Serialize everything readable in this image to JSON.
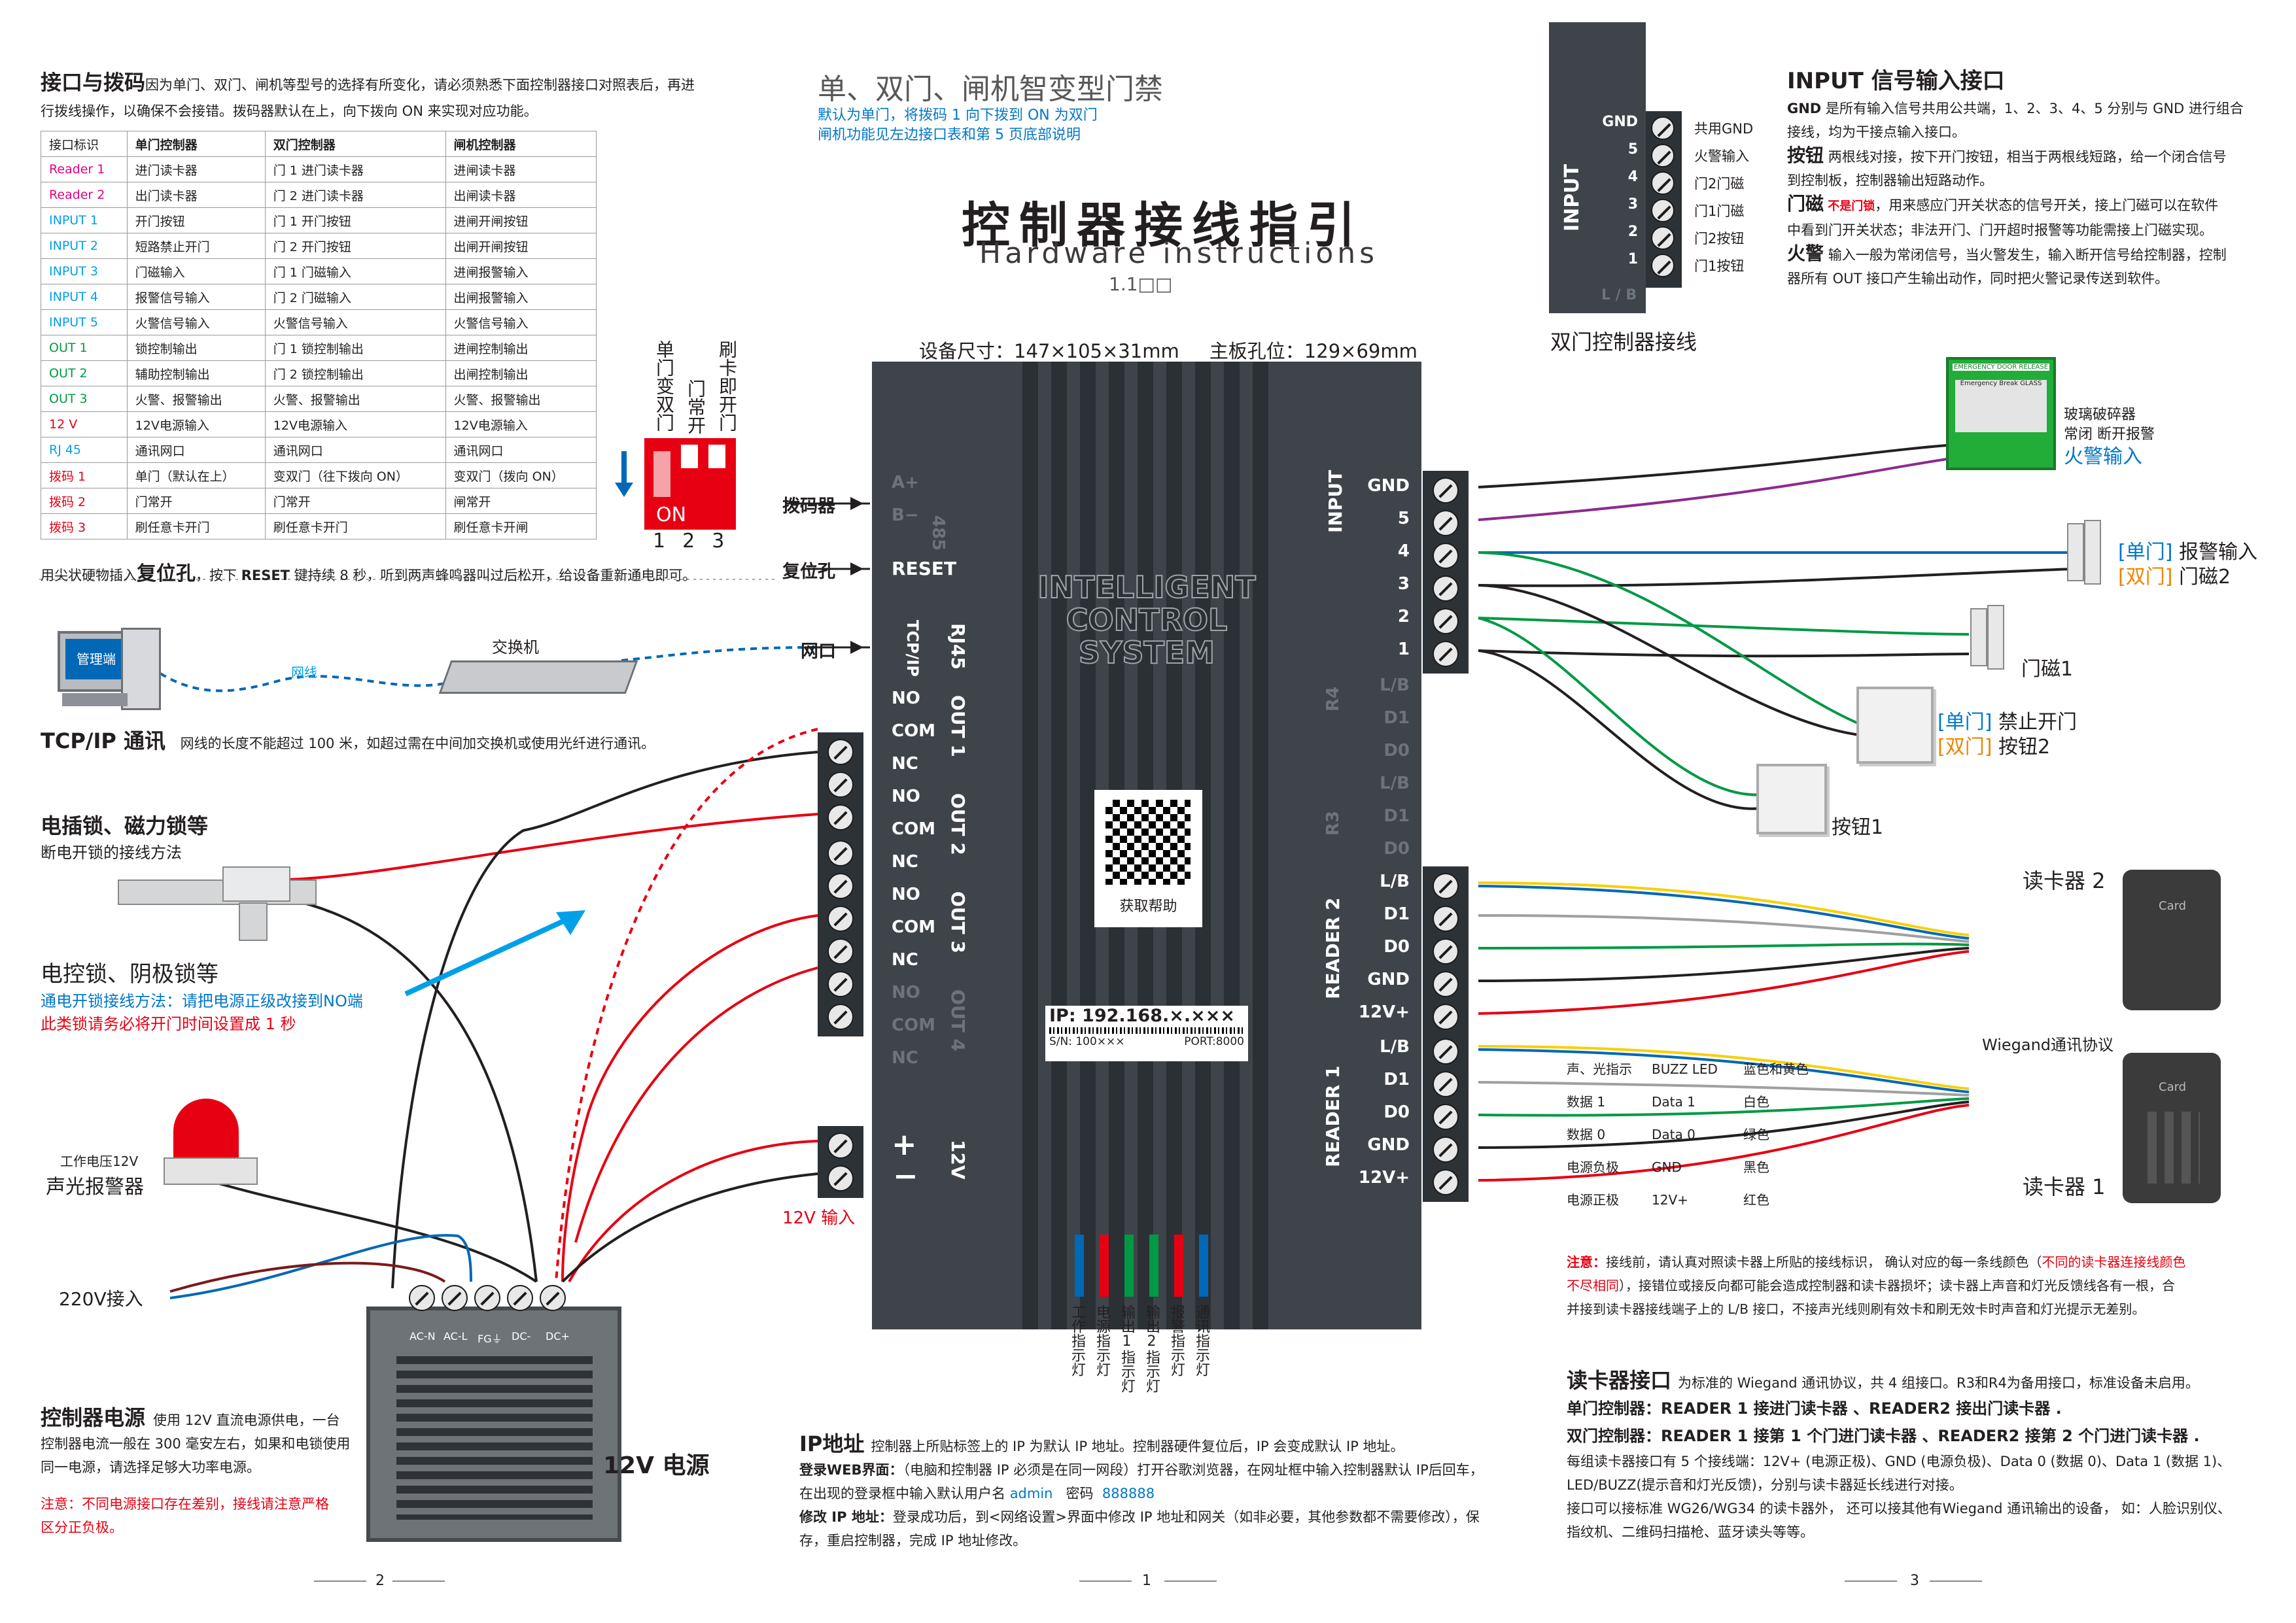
{
  "left_panel": {
    "title": "接口与拨码",
    "intro_line1": "因为单门、双门、闸机等型号的选择有所变化，请必须熟悉下面控制器接口对照表后，再进",
    "intro_line2": "行拨线操作，以确保不会接错。拨码器默认在上，向下拨向 ON 来实现对应功能。",
    "table": {
      "headers": [
        "接口标识",
        "单门控制器",
        "双门控制器",
        "闸机控制器"
      ],
      "rows": [
        {
          "id": "Reader 1",
          "color": "#e4007f",
          "single": "进门读卡器",
          "double": "门 1 进门读卡器",
          "gate": "进闸读卡器"
        },
        {
          "id": "Reader 2",
          "color": "#e4007f",
          "single": "出门读卡器",
          "double": "门 2 进门读卡器",
          "gate": "出闸读卡器"
        },
        {
          "id": "INPUT 1",
          "color": "#00a0e9",
          "single": "开门按钮",
          "double": "门 1 开门按钮",
          "gate": "进闸开闸按钮"
        },
        {
          "id": "INPUT 2",
          "color": "#00a0e9",
          "single": "短路禁止开门",
          "double": "门 2 开门按钮",
          "gate": "出闸开闸按钮"
        },
        {
          "id": "INPUT 3",
          "color": "#00a0e9",
          "single": "门磁输入",
          "double": "门 1 门磁输入",
          "gate": "进闸报警输入"
        },
        {
          "id": "INPUT 4",
          "color": "#00a0e9",
          "single": "报警信号输入",
          "double": "门 2 门磁输入",
          "gate": "出闸报警输入"
        },
        {
          "id": "INPUT 5",
          "color": "#00a0e9",
          "single": "火警信号输入",
          "double": "火警信号输入",
          "gate": "火警信号输入"
        },
        {
          "id": "OUT 1",
          "color": "#009944",
          "single": "锁控制输出",
          "double": "门 1 锁控制输出",
          "gate": "进闸控制输出"
        },
        {
          "id": "OUT 2",
          "color": "#009944",
          "single": "辅助控制输出",
          "double": "门 2 锁控制输出",
          "gate": "出闸控制输出"
        },
        {
          "id": "OUT 3",
          "color": "#009944",
          "single": "火警、报警输出",
          "double": "火警、报警输出",
          "gate": "火警、报警输出"
        },
        {
          "id": "12 V",
          "color": "#e60012",
          "single": "12V电源输入",
          "double": "12V电源输入",
          "gate": "12V电源输入"
        },
        {
          "id": "RJ 45",
          "color": "#00a0e9",
          "single": "通讯网口",
          "double": "通讯网口",
          "gate": "通讯网口"
        },
        {
          "id": "拨码 1",
          "color": "#e60012",
          "single": "单门（默认在上）",
          "double": "变双门（往下拨向 ON）",
          "gate": "变双门（拨向 ON）"
        },
        {
          "id": "拨码 2",
          "color": "#e60012",
          "single": "门常开",
          "double": "门常开",
          "gate": "闸常开"
        },
        {
          "id": "拨码 3",
          "color": "#e60012",
          "single": "刷任意卡开门",
          "double": "刷任意卡开门",
          "gate": "刷任意卡开闸"
        }
      ]
    },
    "reset_note_pre": "用尖状硬物插入",
    "reset_note_bold": "复位孔",
    "reset_note_mid": "，按下 ",
    "reset_note_key": "RESET",
    "reset_note_post": " 键持续 8 秒，听到两声蜂鸣器叫过后松开，给设备重新通电即可。",
    "pc_label": "管理端",
    "switch_label": "交换机",
    "cable_label": "网线",
    "tcp_title": "TCP/IP 通讯",
    "tcp_desc": "网线的长度不能超过 100 米，如超过需在中间加交换机或使用光纤进行通讯。",
    "lock1_title": "电插锁、磁力锁等",
    "lock1_sub": "断电开锁的接线方法",
    "lock2_title": "电控锁、阴极锁等",
    "lock2_note_blue": "通电开锁接线方法：请把电源正级改接到NO端",
    "lock2_note_red": "此类锁请务必将开门时间设置成 1 秒",
    "alarm_voltage": "工作电压12V",
    "alarm_label": "声光报警器",
    "ac_label": "220V接入",
    "psu_terminals": [
      "AC-N",
      "AC-L",
      "FG⏚",
      "DC-",
      "DC+"
    ],
    "psu_label": "12V 电源",
    "psu_title": "控制器电源",
    "psu_desc1": "使用 12V 直流电源供电，一台",
    "psu_desc2": "控制器电流一般在 300 毫安左右，如果和电锁使用",
    "psu_desc3": "同一电源，请选择足够大功率电源。",
    "psu_note_red1": "注意：不同电源接口存在差别，接线请注意严格",
    "psu_note_red2": "区分正负极。",
    "page_num": "2"
  },
  "center_panel": {
    "subtitle": "单、双门、闸机智变型门禁",
    "sub_note1": "默认为单门，将拨码 1 向下拨到 ON 为双门",
    "sub_note2": "闸机功能见左边接口表和第 5 页底部说明",
    "main_title": "控制器接线指引",
    "main_title_en": "Hardware instructions",
    "version": "1.1□□",
    "spec": "设备尺寸：147×105×31mm     主板孔位：129×69mm",
    "dip": {
      "col1": "单门变双门",
      "col2": "门常开",
      "col3": "刷卡即开门",
      "on_label": "ON",
      "nums": [
        "1",
        "2",
        "3"
      ]
    },
    "side_labels": {
      "dip": "拨码器",
      "reset": "复位孔",
      "net": "网口"
    },
    "device": {
      "rs485": [
        "A+",
        "B−"
      ],
      "rs485_label": "485",
      "reset": "RESET",
      "tcp": "TCP/IP",
      "rj45": "RJ45",
      "brand": [
        "INTELLIGENT",
        "CONTROL",
        "SYSTEM"
      ],
      "qr_label": "获取帮助",
      "ip": "IP: 192.168.×.×××",
      "sn": "S/N: 100×××",
      "port": "PORT:8000",
      "outputs": [
        {
          "name": "OUT 1",
          "pins": [
            "NO",
            "COM",
            "NC"
          ]
        },
        {
          "name": "OUT 2",
          "pins": [
            "NO",
            "COM",
            "NC"
          ]
        },
        {
          "name": "OUT 3",
          "pins": [
            "NO",
            "COM",
            "NC"
          ]
        },
        {
          "name": "OUT 4",
          "pins": [
            "NO",
            "COM",
            "NC"
          ]
        }
      ],
      "power": {
        "plus": "+",
        "minus": "−",
        "label": "12V"
      },
      "input_label": "INPUT",
      "input_pins": [
        "GND",
        "5",
        "4",
        "3",
        "2",
        "1"
      ],
      "r4_label": "R4",
      "r4_pins": [
        "L/B",
        "D1",
        "D0"
      ],
      "r3_label": "R3",
      "r3_pins": [
        "L/B",
        "D1",
        "D0"
      ],
      "reader2_label": "READER 2",
      "reader1_label": "READER 1",
      "reader_pins": [
        "L/B",
        "D1",
        "D0",
        "GND",
        "12V+"
      ]
    },
    "power_in_label": "12V 输入",
    "leds": [
      {
        "label": "工作指示灯",
        "color": "#0068b7"
      },
      {
        "label": "电源指示灯",
        "color": "#e60012"
      },
      {
        "label": "输出1指示灯",
        "color": "#009944"
      },
      {
        "label": "输出2指示灯",
        "color": "#009944"
      },
      {
        "label": "报警指示灯",
        "color": "#e60012"
      },
      {
        "label": "通讯指示灯",
        "color": "#0068b7"
      }
    ],
    "ip_title": "IP地址",
    "ip_desc": "控制器上所贴标签上的 IP 为默认 IP 地址。控制器硬件复位后，IP 会变成默认 IP 地址。",
    "login_label": "登录WEB界面：",
    "login_desc1": "（电脑和控制器 IP 必须是在同一网段）打开谷歌浏览器，在网址框中输入控制器默认 IP后回车，",
    "login_desc2": "在出现的登录框中输入默认用户名",
    "login_user": "admin",
    "login_pwd_label": "密码",
    "login_pwd": "888888",
    "modify_label": "修改 IP 地址：",
    "modify_desc1": "登录成功后，到<网络设置>界面中修改 IP 地址和网关（如非必要，其他参数都不需要修改），保",
    "modify_desc2": "存，重启控制器，完成 IP 地址修改。",
    "page_num": "1"
  },
  "right_panel": {
    "double_block": {
      "input_label": "INPUT",
      "pins": [
        "GND",
        "5",
        "4",
        "3",
        "2",
        "1"
      ],
      "descs": [
        "共用GND",
        "火警输入",
        "门2门磁",
        "门1门磁",
        "门2按钮",
        "门1按钮"
      ],
      "lb": "L / B",
      "caption": "双门控制器接线"
    },
    "input_title": "INPUT 信号输入接口",
    "gnd_b": "GND",
    "gnd_desc1": " 是所有输入信号共用公共端，1、2、3、4、5 分别与 GND 进行组合",
    "gnd_desc2": "接线，均为干接点输入接口。",
    "btn_b": "按钮",
    "btn_desc1": " 两根线对接，按下开门按钮，相当于两根线短路，给一个闭合信号",
    "btn_desc2": "到控制板，控制器输出短路动作。",
    "door_b": "门磁",
    "door_red": " 不是门锁",
    "door_desc1": "，用来感应门开关状态的信号开关，接上门磁可以在软件",
    "door_desc2": "中看到门开关状态；非法开门、门开超时报警等功能需接上门磁实现。",
    "fire_b": "火警",
    "fire_desc1": " 输入一般为常闭信号，当火警发生，输入断开信号给控制器，控制",
    "fire_desc2": "器所有 OUT 接口产生输出动作，同时把火警记录传送到软件。",
    "fire_box_title": "EMERGENCY DOOR RELEASE",
    "fire_box_label": "Emergency Break GLASS",
    "glass_label1": "玻璃破碎器",
    "glass_label2": "常闭  断开报警",
    "glass_label3": "火警输入",
    "single_tag": "[单门]",
    "double_tag": "[双门]",
    "alarm_in": " 报警输入",
    "door2": " 门磁2",
    "door1": "门磁1",
    "forbid": " 禁止开门",
    "btn2": " 按钮2",
    "btn1": "按钮1",
    "reader2_caption": "读卡器 2",
    "reader1_caption": "读卡器 1",
    "card_text": "Card",
    "wiegand": "Wiegand通讯协议",
    "wire_table": [
      {
        "desc": "声、光指示",
        "name": "BUZZ  LED",
        "color_name": "蓝色和黄色"
      },
      {
        "desc": "数据 1",
        "name": "Data 1",
        "color_name": "白色"
      },
      {
        "desc": "数据 0",
        "name": "Data 0",
        "color_name": "绿色"
      },
      {
        "desc": "电源负极",
        "name": "GND",
        "color_name": "黑色"
      },
      {
        "desc": "电源正极",
        "name": "12V+",
        "color_name": "红色"
      }
    ],
    "note_label": "注意：",
    "note_1": "接线前，请认真对照读卡器上所贴的接线标识， 确认对应的每一条线颜色（",
    "note_red": "不同的读卡器连接线颜色",
    "note_red2": "不尽相同",
    "note_2": "），接错位或接反向都可能会造成控制器和读卡器损坏；读卡器上声音和灯光反馈线各有一根，合",
    "note_3": "并接到读卡器接线端子上的 L/B 接口，不接声光线则刷有效卡和刷无效卡时声音和灯光提示无差别。",
    "reader_title": "读卡器接口",
    "reader_intro": "为标准的 Wiegand  通讯协议，共 4 组接口。R3和R4为备用接口，标准设备未启用。",
    "single_ctrl": "单门控制器：READER 1 接进门读卡器 、READER2 接出门读卡器 .",
    "double_ctrl": "双门控制器：READER 1 接第 1 个门进门读卡器 、READER2 接第 2 个门进门读卡器 .",
    "reader_desc1": "每组读卡器接口有 5 个接线端：12V+ (电源正极)、GND (电源负极)、Data 0 (数据 0)、Data 1 (数据 1)、",
    "reader_desc2": "LED/BUZZ(提示音和灯光反馈)，分别与读卡器延长线进行对接。",
    "reader_desc3": "接口可以接标准  WG26/WG34 的读卡器外， 还可以接其他有Wiegand 通讯输出的设备， 如：人脸识别仪、",
    "reader_desc4": "指纹机、二维码扫描枪、蓝牙读头等等。",
    "page_num": "3"
  },
  "wire_colors": {
    "red": "#e60012",
    "black": "#231f20",
    "blue": "#0068b7",
    "green": "#009944",
    "yellow": "#f8d000",
    "purple": "#8b2b8f",
    "gray": "#9fa0a0",
    "darkred": "#7b1a1a"
  }
}
